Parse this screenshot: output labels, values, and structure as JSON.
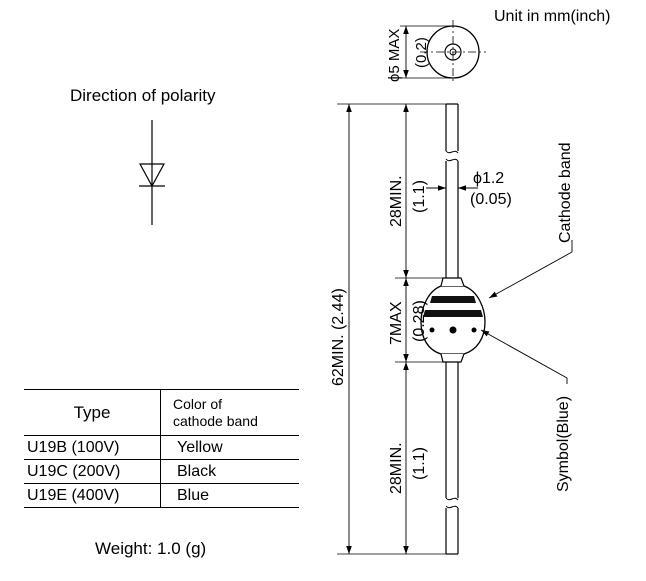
{
  "unit_label": "Unit in mm(inch)",
  "polarity_title": "Direction of polarity",
  "weight_label": "Weight: 1.0 (g)",
  "dimensions": {
    "end_diameter": "ϕ5 MAX",
    "end_diameter_inch": "(0.2)",
    "lead_diameter": "ϕ1.2",
    "lead_diameter_inch": "(0.05)",
    "overall_length": "62MIN. (2.44)",
    "lead_length_top": "28MIN.",
    "lead_length_top_inch": "(1.1)",
    "lead_length_bottom": "28MIN.",
    "lead_length_bottom_inch": "(1.1)",
    "body_length": "7MAX",
    "body_length_inch": "(0.28)"
  },
  "callouts": {
    "cathode_band": "Cathode band",
    "symbol": "Symbol(Blue)"
  },
  "table": {
    "header_type": "Type",
    "header_color_line1": "Color of",
    "header_color_line2": "cathode band",
    "rows": [
      {
        "type": "U19B  (100V)",
        "color": "Yellow"
      },
      {
        "type": "U19C  (200V)",
        "color": "Black"
      },
      {
        "type": "U19E  (400V)",
        "color": "Blue"
      }
    ]
  }
}
